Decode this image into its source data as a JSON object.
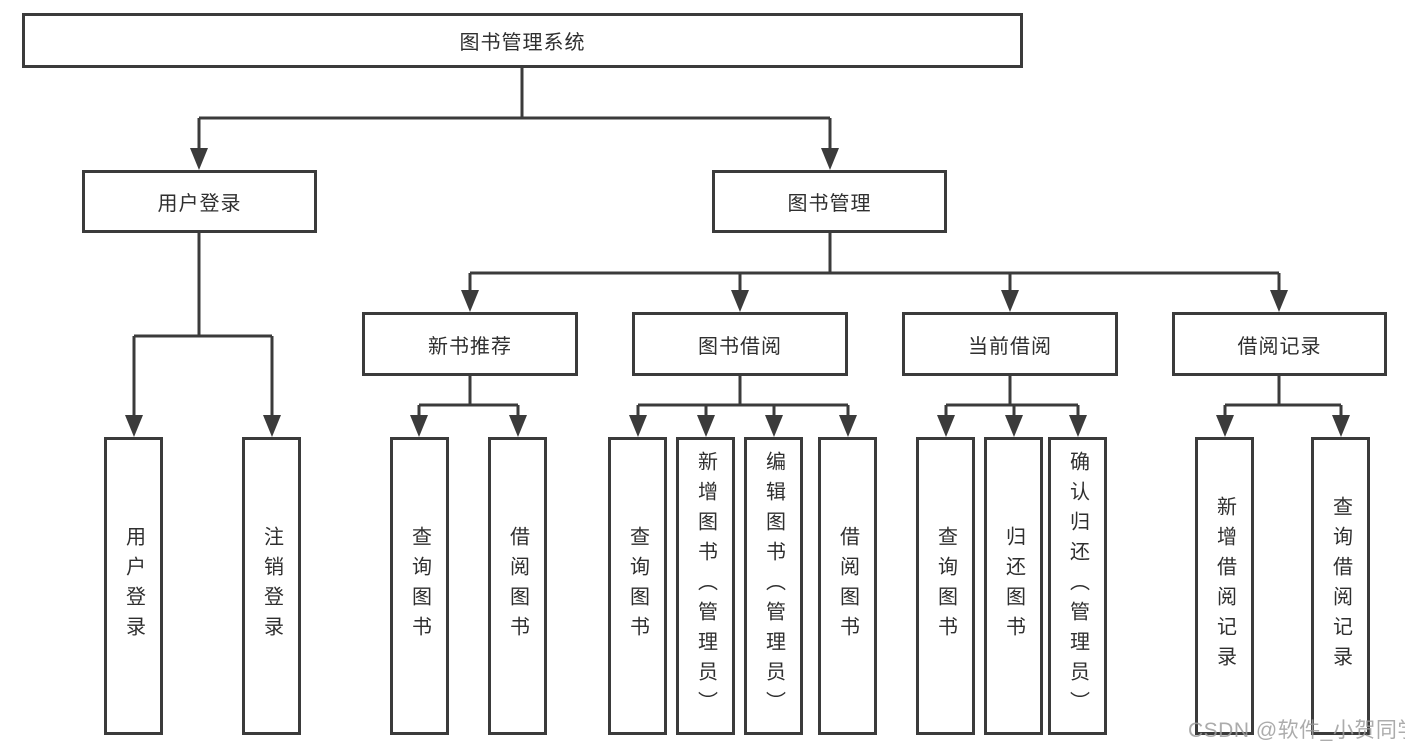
{
  "diagram": {
    "root": {
      "label": "图书管理系统"
    },
    "level2": [
      {
        "label": "用户登录",
        "parent": "图书管理系统"
      },
      {
        "label": "图书管理",
        "parent": "图书管理系统"
      }
    ],
    "level3": [
      {
        "label": "新书推荐",
        "parent": "图书管理"
      },
      {
        "label": "图书借阅",
        "parent": "图书管理"
      },
      {
        "label": "当前借阅",
        "parent": "图书管理"
      },
      {
        "label": "借阅记录",
        "parent": "图书管理"
      }
    ],
    "leaves": [
      {
        "label": "用户登录",
        "parent": "用户登录"
      },
      {
        "label": "注销登录",
        "parent": "用户登录"
      },
      {
        "label": "查询图书",
        "parent": "新书推荐"
      },
      {
        "label": "借阅图书",
        "parent": "新书推荐"
      },
      {
        "label": "查询图书",
        "parent": "图书借阅"
      },
      {
        "label": "新增图书（管理员）",
        "parent": "图书借阅"
      },
      {
        "label": "编辑图书（管理员）",
        "parent": "图书借阅"
      },
      {
        "label": "借阅图书",
        "parent": "图书借阅"
      },
      {
        "label": "查询图书",
        "parent": "当前借阅"
      },
      {
        "label": "归还图书",
        "parent": "当前借阅"
      },
      {
        "label": "确认归还（管理员）",
        "parent": "当前借阅"
      },
      {
        "label": "新增借阅记录",
        "parent": "借阅记录"
      },
      {
        "label": "查询借阅记录",
        "parent": "借阅记录"
      }
    ]
  },
  "watermark": {
    "text": "CSDN @软件_小贺同学"
  },
  "colors": {
    "line": "#3b3b3b",
    "box_border": "#3b3b3b",
    "text": "#2f2f2f",
    "background": "#ffffff",
    "watermark_text": "#9e9e9e"
  }
}
